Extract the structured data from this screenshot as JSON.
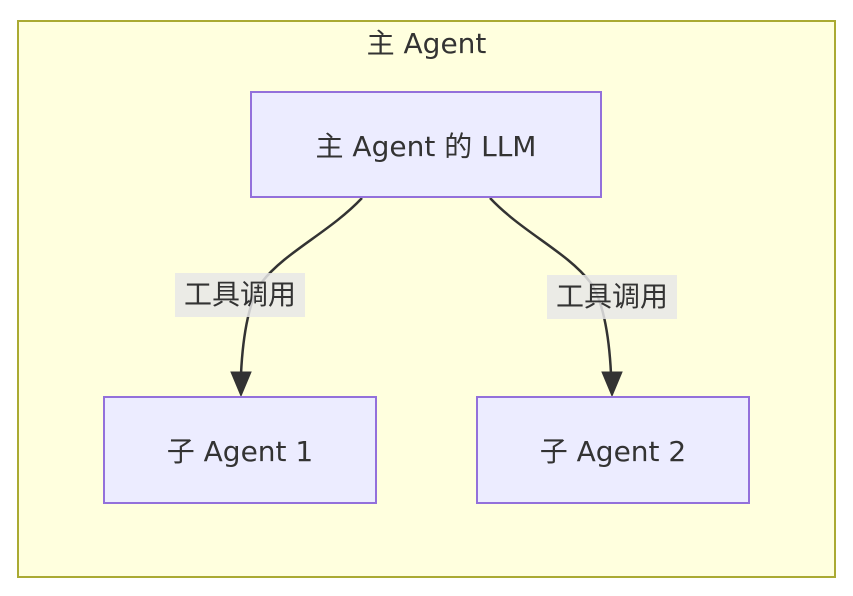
{
  "diagram": {
    "type": "flowchart",
    "container": {
      "label": "主 Agent"
    },
    "nodes": {
      "main_llm": {
        "label": "主 Agent 的 LLM"
      },
      "sub_agent_1": {
        "label": "子 Agent 1"
      },
      "sub_agent_2": {
        "label": "子 Agent 2"
      }
    },
    "edges": [
      {
        "from": "main_llm",
        "to": "sub_agent_1",
        "label": "工具调用"
      },
      {
        "from": "main_llm",
        "to": "sub_agent_2",
        "label": "工具调用"
      }
    ],
    "colors": {
      "container_fill": "#FFFFDE",
      "container_border": "#AAAA33",
      "node_fill": "#ECECFF",
      "node_border": "#9370DB",
      "edge_label_background": "#E8E8E8",
      "edge_stroke": "#333333",
      "text": "#333333",
      "page_background": "#FFFFFF"
    }
  }
}
